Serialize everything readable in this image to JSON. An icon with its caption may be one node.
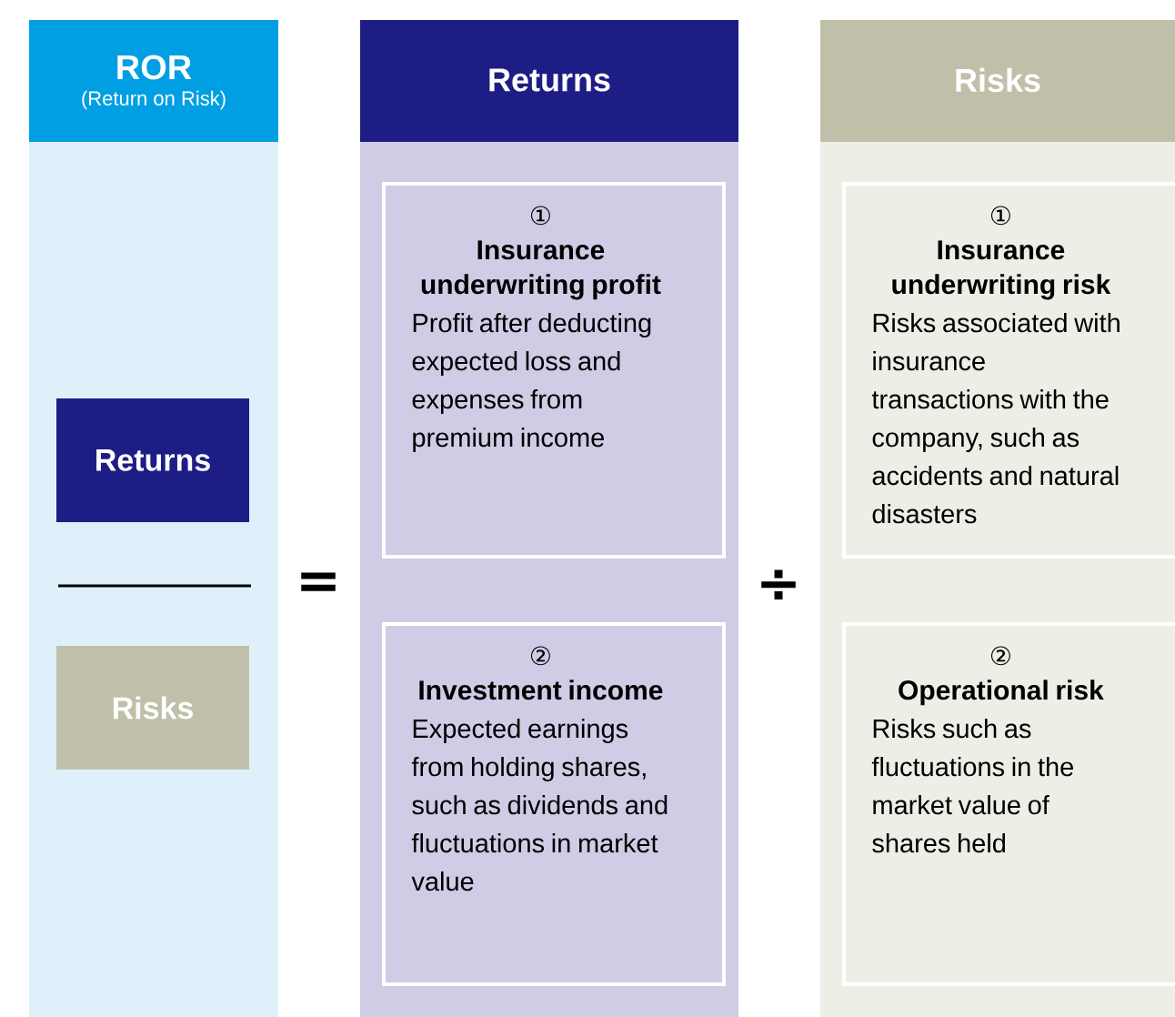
{
  "diagram": {
    "nodes": [
      {
        "text": [
          "ROR",
          "(Return on Risk)"
        ]
      },
      {
        "text": [
          "Returns"
        ],
        "in": 0
      },
      {
        "text": [
          "Risks"
        ],
        "in": 0
      },
      {
        "text": [
          "Returns"
        ]
      },
      {
        "text": [
          "①",
          "Insurance underwriting profit",
          "Profit after deducting expected loss and expenses from premium income"
        ],
        "in": 3
      },
      {
        "text": [
          "②",
          "Investment income",
          "Expected earnings from holding shares, such as dividends and fluctuations in market value"
        ],
        "in": 3
      },
      {
        "text": [
          "Risks"
        ]
      },
      {
        "text": [
          "①",
          "Insurance underwriting risk",
          "Risks associated with insurance transactions with the company, such as accidents and natural disasters"
        ],
        "in": 6
      },
      {
        "text": [
          "②",
          "Operational risk",
          "Risks such as fluctuations in the market value of shares held"
        ],
        "in": 6
      }
    ],
    "edges": [],
    "labels": [
      "=",
      "÷"
    ]
  }
}
